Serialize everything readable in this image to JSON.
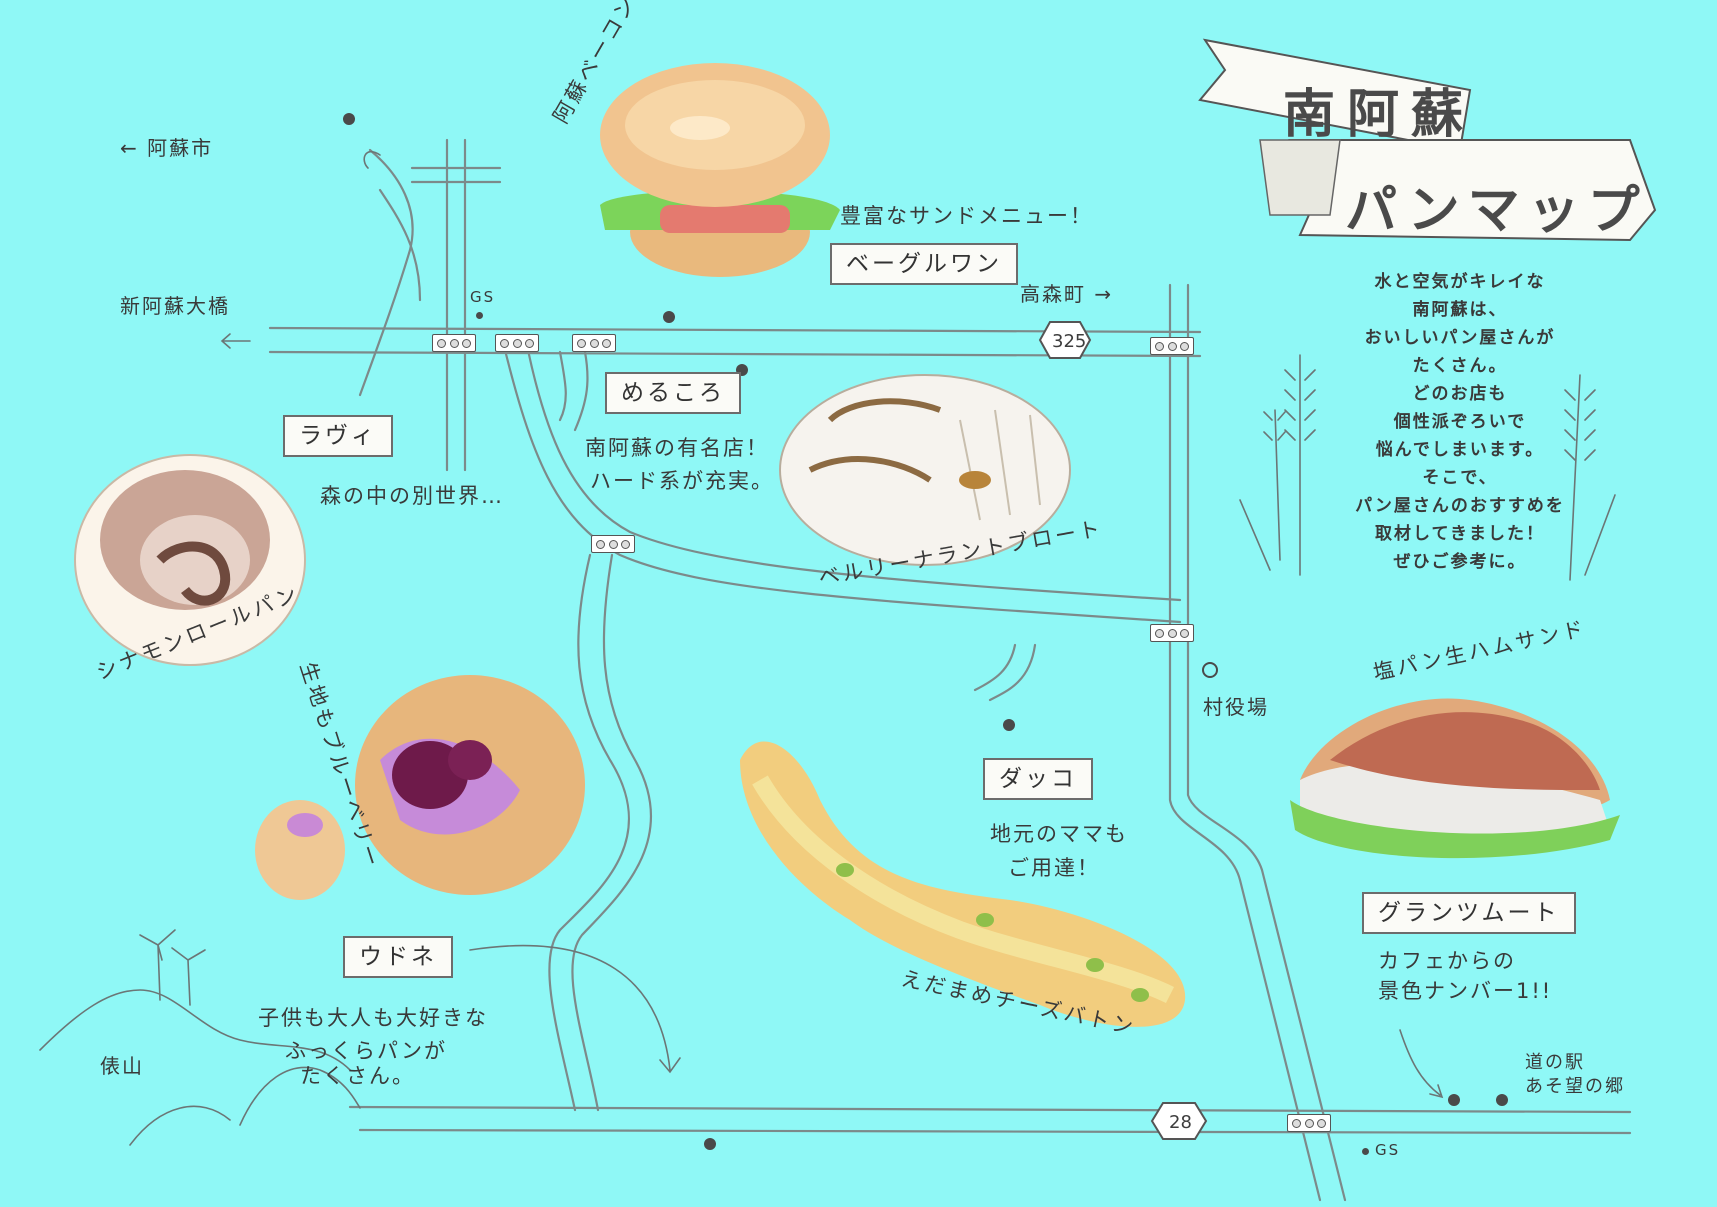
{
  "title": {
    "line1": "南阿蘇",
    "line2": "パンマップ"
  },
  "intro": [
    "水と空気がキレイな",
    "南阿蘇は、",
    "おいしいパン屋さんが",
    "たくさん。",
    "どのお店も",
    "個性派ぞろいで",
    "悩んでしまいます。",
    "そこで、",
    "パン屋さんのおすすめを",
    "取材してきました！",
    "ぜひご参考に。"
  ],
  "places": {
    "aso_city": "← 阿蘇市",
    "shin_aso_bridge": "新阿蘇大橋",
    "takamori": "高森町 →",
    "gs_top": "GS",
    "gs_bottom": "GS",
    "village_office": "村役場",
    "tawarayama": "俵山",
    "michi_no_eki": "道の駅",
    "michi_no_eki_2": "あそ望の郷",
    "route325": "325",
    "route28": "28"
  },
  "shops": {
    "bagel_one": {
      "name": "ベーグルワン",
      "note": "豊富なサンドメニュー！",
      "bread": "阿蘇ベーコンチーズサンド"
    },
    "merukoro": {
      "name": "めるころ",
      "note1": "南阿蘇の有名店！",
      "note2": "ハード系が充実。",
      "bread": "ベルリーナラントブロート"
    },
    "lavie": {
      "name": "ラヴィ",
      "note": "森の中の別世界…",
      "bread": "シナモンロールパン"
    },
    "udone": {
      "name": "ウドネ",
      "note1": "子供も大人も大好きな",
      "note2": "ふっくらパンが",
      "note3": "たくさん。",
      "bread": "生地もブルーベリー"
    },
    "dakko": {
      "name": "ダッコ",
      "note1": "地元のママも",
      "note2": "ご用達！",
      "bread": "えだまめチーズバトン"
    },
    "grunzmut": {
      "name": "グランツムート",
      "note1": "カフェからの",
      "note2": "景色ナンバー1!!",
      "bread": "塩パン生ハムサンド"
    }
  },
  "colors": {
    "background": "#8ff8f6",
    "road": "#7c8a8a",
    "ink": "#3a3a3a"
  }
}
